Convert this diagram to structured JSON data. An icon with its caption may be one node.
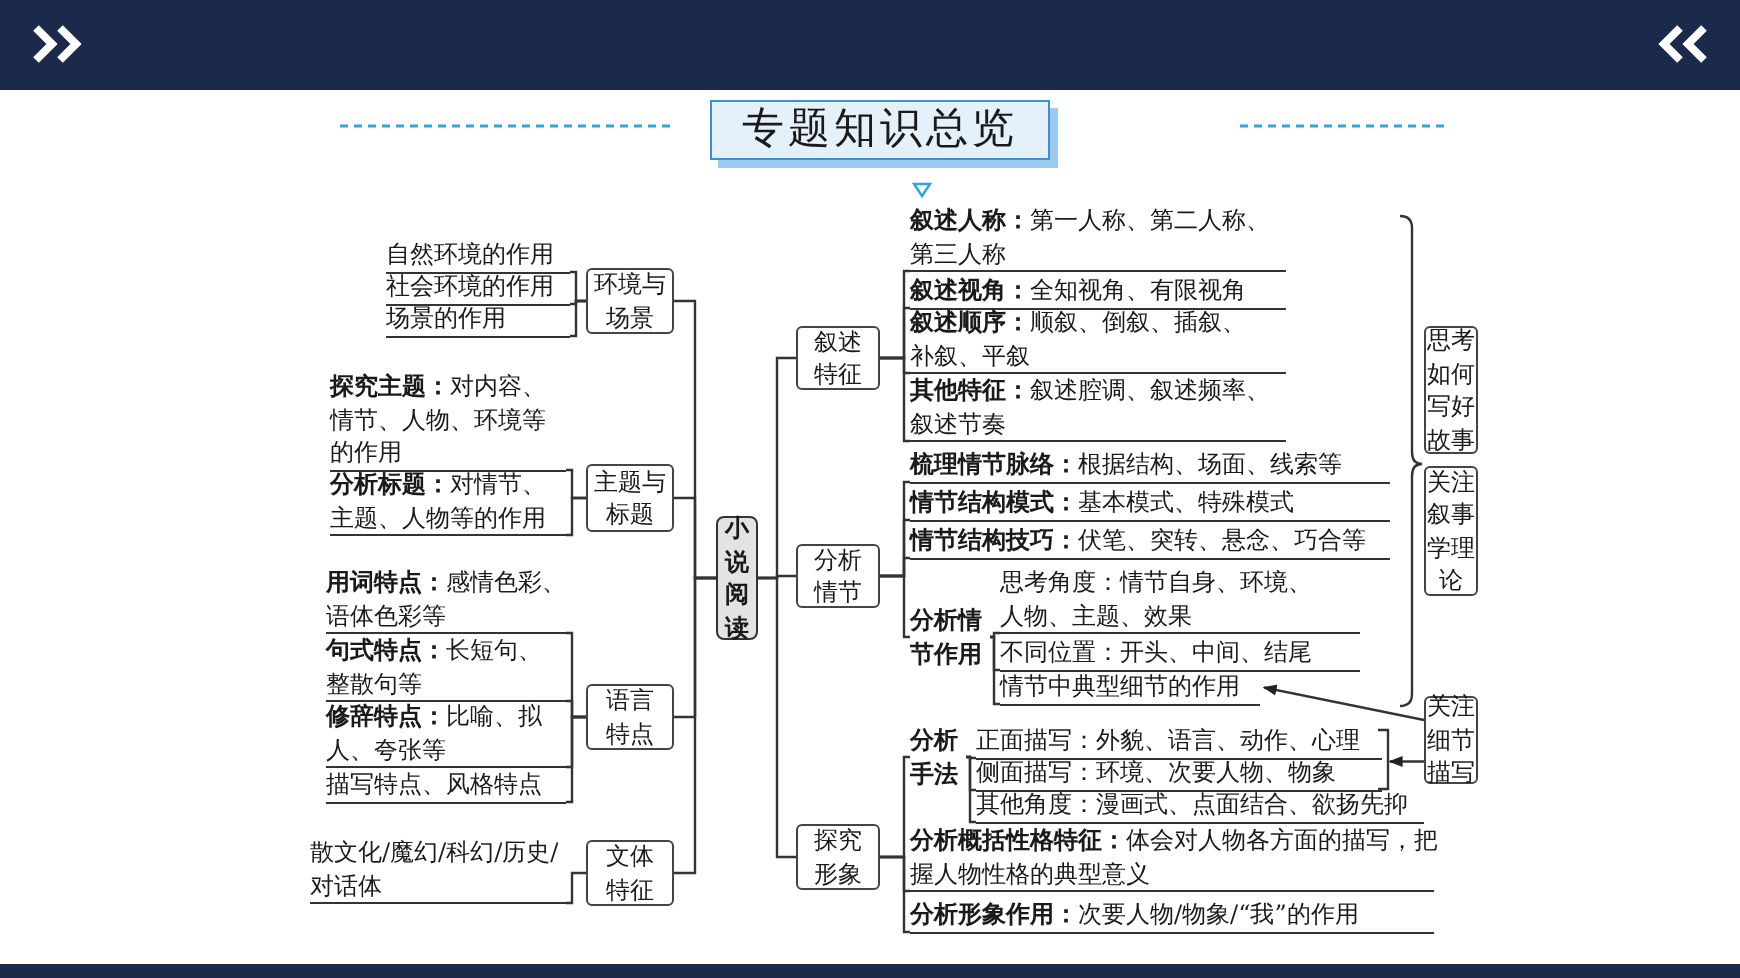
{
  "diagram": {
    "title": "专题知识总览",
    "nodes": [
      {
        "text": [
          "小说阅读"
        ]
      },
      {
        "text": [
          "环境与场景"
        ]
      },
      {
        "text": [
          "自然环境的作用"
        ]
      },
      {
        "text": [
          "社会环境的作用"
        ]
      },
      {
        "text": [
          "场景的作用"
        ]
      },
      {
        "text": [
          "主题与标题"
        ]
      },
      {
        "text": [
          "**探究主题：**对内容、情节、人物、环境等的作用"
        ]
      },
      {
        "text": [
          "**分析标题：**对情节、主题、人物等的作用"
        ]
      },
      {
        "text": [
          "语言特点"
        ]
      },
      {
        "text": [
          "**用词特点：**感情色彩、语体色彩等"
        ]
      },
      {
        "text": [
          "**句式特点：**长短句、整散句等"
        ]
      },
      {
        "text": [
          "**修辞特点：**比喻、拟人、夸张等"
        ]
      },
      {
        "text": [
          "描写特点、风格特点"
        ]
      },
      {
        "text": [
          "文体特征"
        ]
      },
      {
        "text": [
          "散文化/魔幻/科幻/历史/对话体"
        ]
      },
      {
        "text": [
          "叙述特征"
        ]
      },
      {
        "text": [
          "**叙述人称：**第一人称、第二人称、第三人称"
        ]
      },
      {
        "text": [
          "**叙述视角：**全知视角、有限视角"
        ]
      },
      {
        "text": [
          "**叙述顺序：**顺叙、倒叙、插叙、补叙、平叙"
        ]
      },
      {
        "text": [
          "**其他特征：**叙述腔调、叙述频率、叙述节奏"
        ]
      },
      {
        "text": [
          "分析情节"
        ]
      },
      {
        "text": [
          "**梳理情节脉络：**根据结构、场面、线索等"
        ]
      },
      {
        "text": [
          "**情节结构模式：**基本模式、特殊模式"
        ]
      },
      {
        "text": [
          "**情节结构技巧：**伏笔、突转、悬念、巧合等"
        ]
      },
      {
        "text": [
          "分析情节作用"
        ]
      },
      {
        "text": [
          "思考角度：情节自身、环境、人物、主题、效果"
        ]
      },
      {
        "text": [
          "不同位置：开头、中间、结尾"
        ]
      },
      {
        "text": [
          "情节中典型细节的作用"
        ]
      },
      {
        "text": [
          "探究形象"
        ]
      },
      {
        "text": [
          "分析手法"
        ]
      },
      {
        "text": [
          "正面描写：外貌、语言、动作、心理"
        ]
      },
      {
        "text": [
          "侧面描写：环境、次要人物、物象"
        ]
      },
      {
        "text": [
          "其他角度：漫画式、点面结合、欲扬先抑"
        ]
      },
      {
        "text": [
          "**分析概括性格特征：**体会对人物各方面的描写，把握人物性格的典型意义"
        ]
      },
      {
        "text": [
          "**分析形象作用：**次要人物/物象/“我”的作用"
        ]
      },
      {
        "text": [
          "思考如何写好故事"
        ]
      },
      {
        "text": [
          "关注叙事学理论"
        ]
      },
      {
        "text": [
          "关注细节描写"
        ]
      }
    ],
    "edges": [
      {
        "from": 0,
        "to": 1,
        "arrow": "none"
      },
      {
        "from": 0,
        "to": 5,
        "arrow": "none"
      },
      {
        "from": 0,
        "to": 8,
        "arrow": "none"
      },
      {
        "from": 0,
        "to": 13,
        "arrow": "none"
      },
      {
        "from": 0,
        "to": 15,
        "arrow": "none"
      },
      {
        "from": 0,
        "to": 20,
        "arrow": "none"
      },
      {
        "from": 0,
        "to": 28,
        "arrow": "none"
      },
      {
        "from": 1,
        "to": 2,
        "arrow": "none"
      },
      {
        "from": 1,
        "to": 3,
        "arrow": "none"
      },
      {
        "from": 1,
        "to": 4,
        "arrow": "none"
      },
      {
        "from": 5,
        "to": 6,
        "arrow": "none"
      },
      {
        "from": 5,
        "to": 7,
        "arrow": "none"
      },
      {
        "from": 8,
        "to": 9,
        "arrow": "none"
      },
      {
        "from": 8,
        "to": 10,
        "arrow": "none"
      },
      {
        "from": 8,
        "to": 11,
        "arrow": "none"
      },
      {
        "from": 8,
        "to": 12,
        "arrow": "none"
      },
      {
        "from": 13,
        "to": 14,
        "arrow": "none"
      },
      {
        "from": 15,
        "to": 16,
        "arrow": "none"
      },
      {
        "from": 15,
        "to": 17,
        "arrow": "none"
      },
      {
        "from": 15,
        "to": 18,
        "arrow": "none"
      },
      {
        "from": 15,
        "to": 19,
        "arrow": "none"
      },
      {
        "from": 20,
        "to": 21,
        "arrow": "none"
      },
      {
        "from": 20,
        "to": 22,
        "arrow": "none"
      },
      {
        "from": 20,
        "to": 23,
        "arrow": "none"
      },
      {
        "from": 20,
        "to": 24,
        "arrow": "none"
      },
      {
        "from": 24,
        "to": 25,
        "arrow": "none"
      },
      {
        "from": 24,
        "to": 26,
        "arrow": "none"
      },
      {
        "from": 24,
        "to": 27,
        "arrow": "none"
      },
      {
        "from": 28,
        "to": 29,
        "arrow": "none"
      },
      {
        "from": 28,
        "to": 33,
        "arrow": "none"
      },
      {
        "from": 28,
        "to": 34,
        "arrow": "none"
      },
      {
        "from": 29,
        "to": 30,
        "arrow": "none"
      },
      {
        "from": 29,
        "to": 31,
        "arrow": "none"
      },
      {
        "from": 29,
        "to": 32,
        "arrow": "none"
      },
      {
        "from": 37,
        "to": 27,
        "arrow": "to"
      },
      {
        "from": 37,
        "to": 30,
        "arrow": "to"
      },
      {
        "from": 37,
        "to": 31,
        "arrow": "to"
      }
    ]
  }
}
